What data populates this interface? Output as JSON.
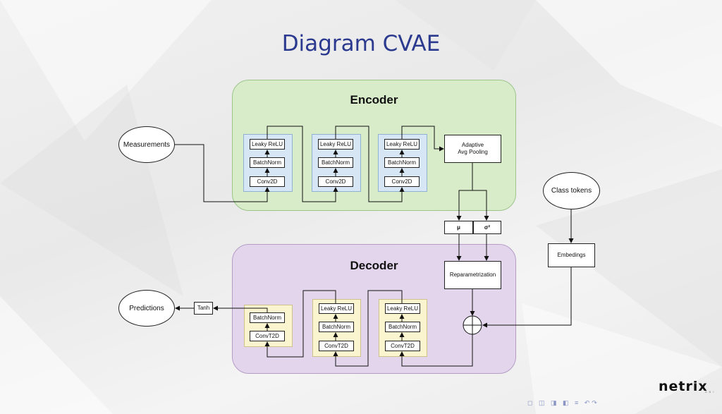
{
  "slide": {
    "title": "Diagram CVAE"
  },
  "encoder": {
    "title": "Encoder",
    "blocks": [
      {
        "layers": [
          "Leaky ReLU",
          "BatchNorm",
          "Conv2D"
        ]
      },
      {
        "layers": [
          "Leaky ReLU",
          "BatchNorm",
          "Conv2D"
        ]
      },
      {
        "layers": [
          "Leaky ReLU",
          "BatchNorm",
          "Conv2D"
        ]
      }
    ],
    "pooling": {
      "line1": "Adaptive",
      "line2": "Avg Pooling"
    }
  },
  "latent": {
    "mu": "μ",
    "sigma": "σ²"
  },
  "decoder": {
    "title": "Decoder",
    "reparam": "Reparametrization",
    "blocks": [
      {
        "layers": [
          "BatchNorm",
          "ConvT2D"
        ]
      },
      {
        "layers": [
          "Leaky ReLU",
          "BatchNorm",
          "ConvT2D"
        ]
      },
      {
        "layers": [
          "Leaky ReLU",
          "BatchNorm",
          "ConvT2D"
        ]
      }
    ],
    "tanh": "Tanh"
  },
  "inputs": {
    "measurements": "Measurements",
    "class_tokens": "Class tokens",
    "embedings": "Embedings"
  },
  "outputs": {
    "predictions": "Predictions"
  },
  "brand": {
    "logo_text": "netrix",
    "logo_sub": "A B I"
  },
  "nav": {
    "symbols": "◻ ◫ ◨ ◧ ≡ ↶↷"
  },
  "colors": {
    "encoder_fill": "#d8ecc9",
    "decoder_fill": "#e3d6ec",
    "conv_block": "#d6e6f4",
    "deconv_block": "#fbf5cf",
    "title": "#2b3a8f"
  }
}
